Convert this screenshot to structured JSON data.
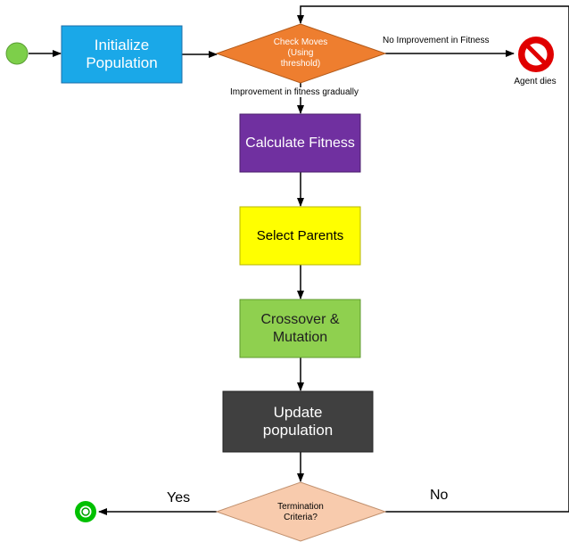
{
  "nodes": {
    "initialize": "Initialize Population",
    "check_moves": "Check Moves (Using threshold)",
    "calculate_fitness": "Calculate Fitness",
    "select_parents": "Select Parents",
    "crossover_mutation": "Crossover & Mutation",
    "update_population": "Update population",
    "termination": "Termination Criteria?",
    "agent_dies": "Agent dies"
  },
  "edges": {
    "no_improvement": "No Improvement in Fitness",
    "improvement": "Improvement in fitness gradually",
    "yes": "Yes",
    "no": "No"
  },
  "colors": {
    "start": "#7dcf4a",
    "initialize": "#1aa8e8",
    "check_moves": "#ee7e2f",
    "calculate_fitness": "#7030a0",
    "select_parents": "#ffff00",
    "crossover_mutation": "#8fd04f",
    "update_population": "#404040",
    "termination": "#f8cbad",
    "end": "#00c000",
    "stop": "#e00000"
  }
}
